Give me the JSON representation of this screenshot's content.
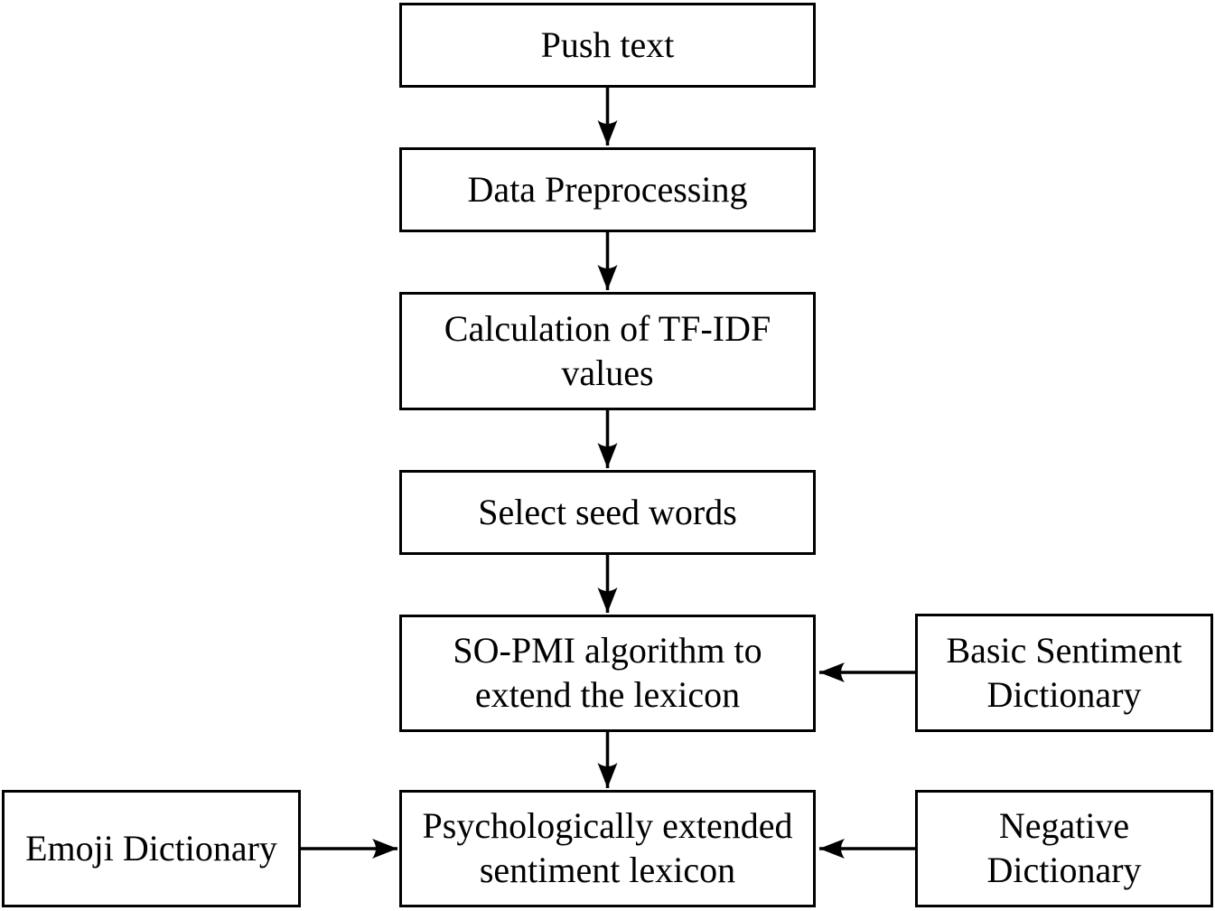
{
  "diagram": {
    "colors": {
      "background": "#ffffff",
      "box_fill": "#ffffff",
      "line": "#000000",
      "text": "#000000"
    },
    "nodes": {
      "push_text": {
        "label": "Push text"
      },
      "data_preprocessing": {
        "label": "Data Preprocessing"
      },
      "tf_idf": {
        "label": "Calculation of TF-IDF\nvalues"
      },
      "seed_words": {
        "label": "Select seed words"
      },
      "so_pmi": {
        "label": "SO-PMI algorithm to\nextend the lexicon"
      },
      "basic_sentiment": {
        "label": "Basic Sentiment\nDictionary"
      },
      "psych_lexicon": {
        "label": "Psychologically extended\nsentiment lexicon"
      },
      "emoji_dictionary": {
        "label": "Emoji Dictionary"
      },
      "negative_dictionary": {
        "label": "Negative\nDictionary"
      }
    },
    "edges": [
      {
        "from": "push_text",
        "to": "data_preprocessing",
        "direction": "down"
      },
      {
        "from": "data_preprocessing",
        "to": "tf_idf",
        "direction": "down"
      },
      {
        "from": "tf_idf",
        "to": "seed_words",
        "direction": "down"
      },
      {
        "from": "seed_words",
        "to": "so_pmi",
        "direction": "down"
      },
      {
        "from": "basic_sentiment",
        "to": "so_pmi",
        "direction": "left"
      },
      {
        "from": "so_pmi",
        "to": "psych_lexicon",
        "direction": "down"
      },
      {
        "from": "emoji_dictionary",
        "to": "psych_lexicon",
        "direction": "right"
      },
      {
        "from": "negative_dictionary",
        "to": "psych_lexicon",
        "direction": "left"
      }
    ]
  }
}
